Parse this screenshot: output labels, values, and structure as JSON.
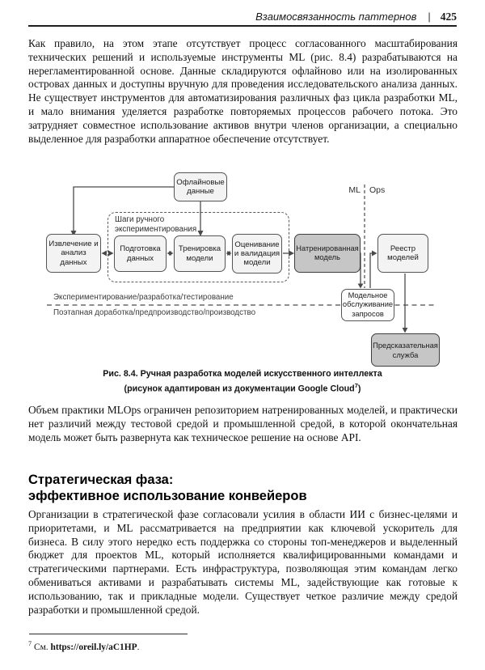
{
  "header": {
    "title": "Взаимосвязанность паттернов",
    "separator": "|",
    "page_number": "425"
  },
  "content": {
    "p1": "Как правило, на этом этапе отсутствует процесс согласованного масштабирования технических решений и используемые инструменты ML (рис. 8.4) разрабатываются на нерегламентированной основе. Данные складируются офлайново или на изолированных островах данных и доступны вручную для проведения исследовательского анализа данных. Не существует инструментов для автоматизирования различных фаз цикла разработки ML, и мало внимания уделяется разработке повторяемых процессов рабочего потока. Это затрудняет совместное использование активов внутри членов организации, а специально выделенное для разработки аппаратное обеспечение отсутствует.",
    "p2": "Объем практики MLOps ограничен репозиторием натренированных моделей, и практически нет различий между тестовой средой и промышленной средой, в которой окончательная модель может быть развернута как техническое решение на основе API.",
    "heading_line1": "Стратегическая фаза:",
    "heading_line2": "эффективное использование конвейеров",
    "p3": "Организации в стратегической фазе согласовали усилия в области ИИ с бизнес-целями и приоритетами, и ML рассматривается на предприятии как ключевой ускоритель для бизнеса. В силу этого нередко есть поддержка со стороны топ-менеджеров и выделенный бюджет для проектов ML, который исполняется квалифицированными командами и стратегическими партнерами. Есть инфраструктура, позволяющая этим командам легко обмениваться активами и разрабатывать системы ML, задействующие как готовые к использованию, так и прикладные модели. Существует четкое различие между средой разработки и промышленной средой."
  },
  "figure": {
    "nodes": {
      "offline_data": "Офлайновые данные",
      "extract": "Извлечение и анализ данных",
      "prepare": "Подготовка данных",
      "train": "Тренировка модели",
      "evaluate": "Оценивание и валидация модели",
      "trained": "Натренированная модель",
      "registry": "Реестр моделей",
      "serving": "Модельное обслуживание запросов",
      "prediction": "Предсказательная служба"
    },
    "labels": {
      "manual_steps": "Шаги ручного экспериментирования",
      "ml": "ML",
      "ops": "Ops",
      "env_experiment": "Экспериментирование/разработка/тестирование",
      "env_production": "Поэтапная доработка/предпроизводство/производство"
    },
    "caption": {
      "label": "Рис. 8.4.",
      "title": "Ручная разработка моделей искусственного интеллекта",
      "subtitle_prefix": "(рисунок адаптирован из документации Google Cloud",
      "footnote_ref": "7",
      "subtitle_suffix": ")"
    },
    "colors": {
      "box_light": "#f3f3f3",
      "box_dark": "#c6c6c6",
      "box_white": "#fdfdfd",
      "line": "#4a4a4a"
    }
  },
  "footnote": {
    "marker": "7",
    "prefix": "См.",
    "url": "https://oreil.ly/aC1HP",
    "suffix": "."
  }
}
